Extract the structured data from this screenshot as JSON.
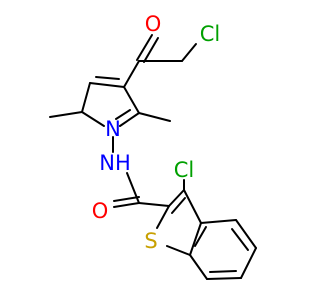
{
  "molecule": {
    "atoms": [
      {
        "id": "o-ketone",
        "symbol": "O",
        "color": "#ff0000"
      },
      {
        "id": "cl-chloroacetyl",
        "symbol": "Cl",
        "color": "#00a000"
      },
      {
        "id": "n-pyrrole",
        "symbol": "N",
        "color": "#0000ff"
      },
      {
        "id": "nh-amide",
        "symbol": "NH",
        "color": "#0000ff"
      },
      {
        "id": "o-amide",
        "symbol": "O",
        "color": "#ff0000"
      },
      {
        "id": "cl-benzothiophene",
        "symbol": "Cl",
        "color": "#00a000"
      },
      {
        "id": "s-thiophene",
        "symbol": "S",
        "color": "#c8a000"
      }
    ]
  }
}
